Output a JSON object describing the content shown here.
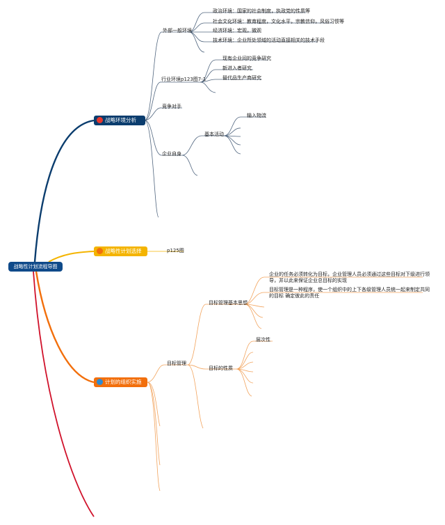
{
  "root": {
    "label": "战略性计划流程导图"
  },
  "colors": {
    "b1": "#0b3d6e",
    "b2": "#f4b400",
    "b3": "#f26f0c",
    "b4": "#d0122b",
    "badge1": "#e8372d",
    "badge2": "#f26f0c",
    "badge3": "#2e8bd3"
  },
  "branch1": {
    "label": "战略环境分析",
    "external": {
      "label": "外部一般环境",
      "items": [
        "政治环境：国家的社会制度，执政党的性质等",
        "社会文化环境：教育程度，文化水平，宗教信仰，风俗习惯等",
        "经济环境：宏观，微观",
        "技术环境：企业所处领域的活动直接相关的技术手段"
      ]
    },
    "industry": {
      "label": "行业环境p123图7-1",
      "items": [
        "现有企业间的竞争研究",
        "新进入者研究",
        "替代品生产商研究"
      ]
    },
    "competitor": {
      "label": "竞争对手"
    },
    "self": {
      "label": "企业自身",
      "basic": "基本活动",
      "inbound": "输入物流"
    }
  },
  "branch2": {
    "label": "战略性计划选择",
    "note": "p125图"
  },
  "branch3": {
    "label": "计划的组织实施",
    "mbo": {
      "label": "目标管理",
      "idea": {
        "label": "目标管理基本思想",
        "items": [
          "企业的任务必须转化为目标，企业管理人员必须通过这些目标对下级进行领导，并以此来保证企业总目标的实现",
          "目标管理是一种程序，使一个组织中的上下各级管理人员统一起来制定共同的目标 确定彼此的责任"
        ]
      },
      "nature": {
        "label": "目标的性质",
        "items": [
          "层次性"
        ]
      }
    }
  }
}
